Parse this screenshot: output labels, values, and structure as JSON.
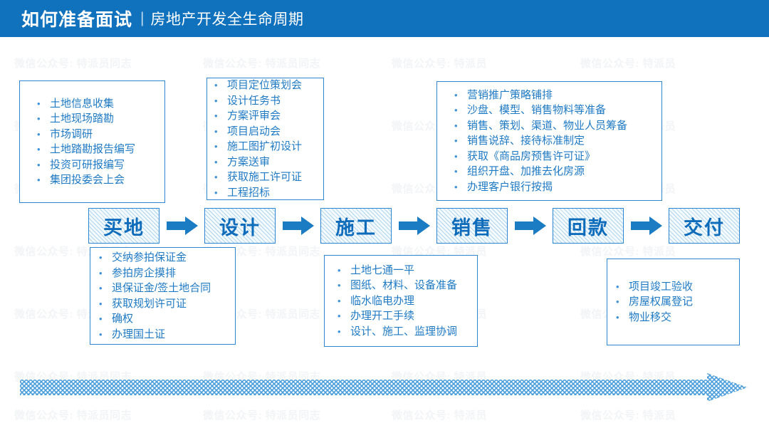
{
  "header": {
    "title": "如何准备面试",
    "separator": "|",
    "subtitle": "房地产开发全生命周期"
  },
  "watermark": {
    "text_long": "微信公众号: 特派员同志",
    "text_short": "微信公众号: 特派员"
  },
  "colors": {
    "header_blue": "#1071bd",
    "stage_border": "#2e86d0",
    "stage_text": "#0f6cba",
    "body_text": "#1f7ac4",
    "arrow_blue": "#1b7cc4",
    "hatch_blue": "#78b9e6",
    "watermark_gray": "#f2f4f6"
  },
  "stages": [
    {
      "id": "buy",
      "label": "买地"
    },
    {
      "id": "design",
      "label": "设计"
    },
    {
      "id": "build",
      "label": "施工"
    },
    {
      "id": "sales",
      "label": "销售"
    },
    {
      "id": "payback",
      "label": "回款"
    },
    {
      "id": "deliver",
      "label": "交付"
    }
  ],
  "arrow_icons": {
    "chain": "right-arrow-icon",
    "timeline": "timeline-arrow-icon"
  },
  "boxes": {
    "land": {
      "stage": "买地",
      "items": [
        "土地信息收集",
        "土地现场踏勘",
        "市场调研",
        "土地踏勘报告编写",
        "投资可研报编写",
        "集团投委会上会"
      ]
    },
    "design": {
      "stage": "设计",
      "items": [
        "项目定位策划会",
        "设计任务书",
        "方案评审会",
        "项目启动会",
        "施工图扩初设计",
        "方案送审",
        "获取施工许可证",
        "工程招标"
      ]
    },
    "sales": {
      "stage": "销售",
      "items": [
        "营销推广策略铺排",
        "沙盘、模型、销售物料等准备",
        "销售、策划、渠道、物业人员筹备",
        "销售说辞、接待标准制定",
        "获取《商品房预售许可证》",
        "组织开盘、加推去化房源",
        "办理客户银行按揭"
      ]
    },
    "purchase": {
      "stage": "买地",
      "items": [
        "交纳参拍保证金",
        "参拍房企摸排",
        "退保证金/签土地合同",
        "获取规划许可证",
        "确权",
        "办理国土证"
      ]
    },
    "build": {
      "stage": "施工",
      "items": [
        "土地七通一平",
        "图纸、材料、设备准备",
        "临水临电办理",
        "办理开工手续",
        "设计、施工、监理协调"
      ]
    },
    "deliver": {
      "stage": "交付",
      "items": [
        "项目竣工验收",
        "房屋权属登记",
        "物业移交"
      ]
    }
  },
  "bullet_glyph": "•"
}
